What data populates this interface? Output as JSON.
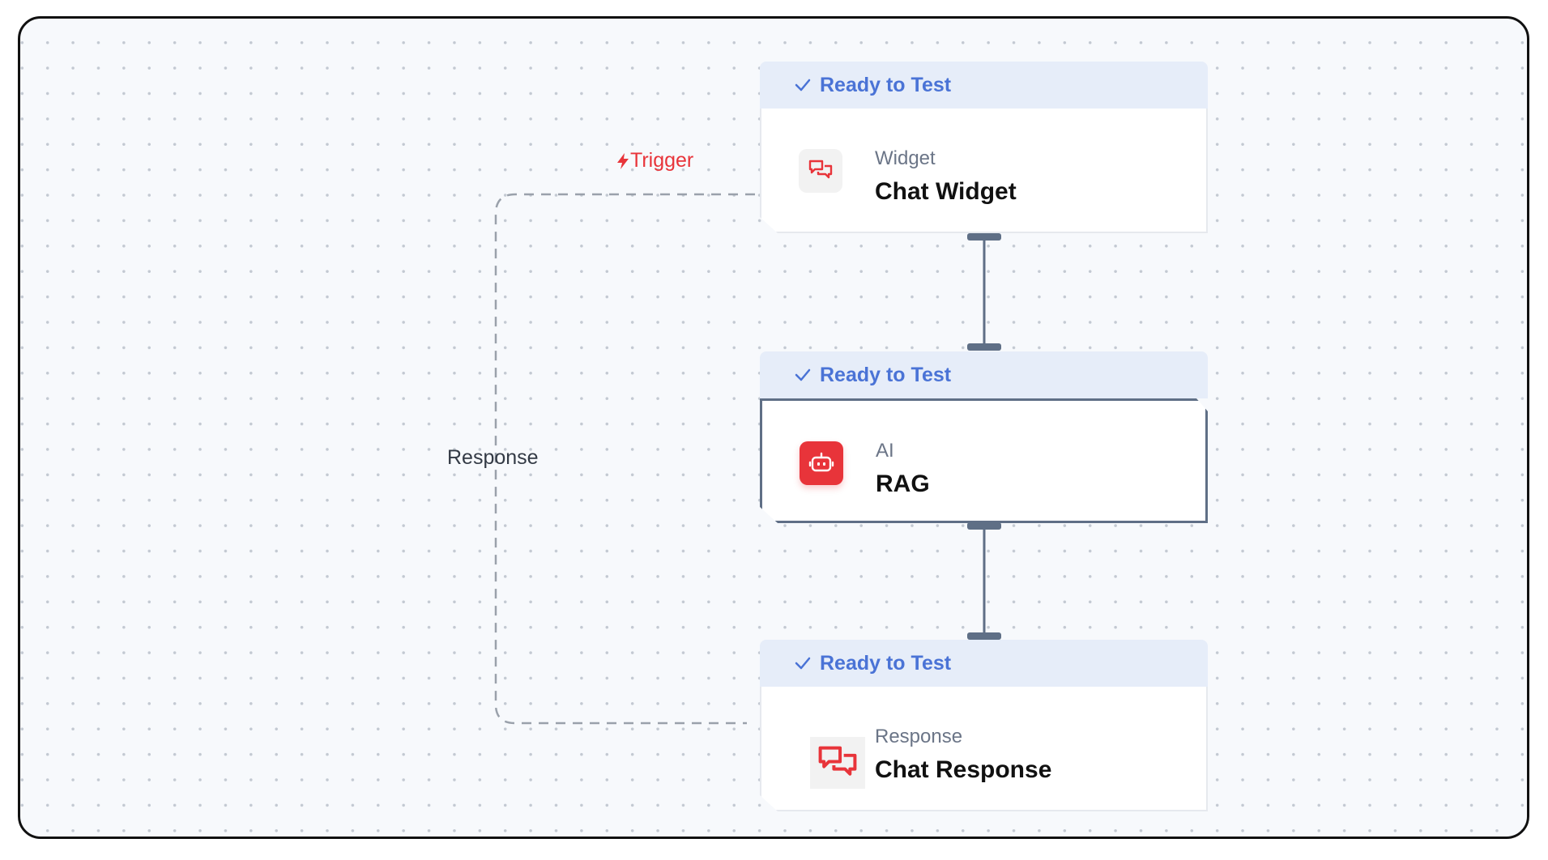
{
  "canvas": {
    "nodes": [
      {
        "status": "Ready to Test",
        "type": "Widget",
        "name": "Chat Widget",
        "icon": "chat-bubbles-icon"
      },
      {
        "status": "Ready to Test",
        "type": "AI",
        "name": "RAG",
        "icon": "robot-icon"
      },
      {
        "status": "Ready to Test",
        "type": "Response",
        "name": "Chat Response",
        "icon": "chat-bubbles-icon"
      }
    ],
    "edges": {
      "trigger_label": "Trigger",
      "response_label": "Response"
    }
  },
  "colors": {
    "accent_red": "#e8343a",
    "status_blue": "#4a73d6",
    "status_bg": "#e6edf9",
    "connector": "#5f6f86",
    "canvas_bg": "#f7f9fc"
  }
}
